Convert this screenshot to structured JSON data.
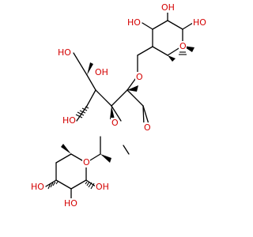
{
  "molecule": {
    "hydroxyls": {
      "top_left_ch2oh": "HO",
      "upper_oh": "OH",
      "mid_oh": "HO",
      "top_ring_c3_oh": "HO",
      "top_ring_c4_oh": "OH",
      "top_ring_c5_oh": "HO",
      "bottom_ring_c5_oh": "HO",
      "bottom_ring_c4_oh": "HO",
      "bottom_ring_c3_oh": "OH"
    },
    "oxygens": {
      "top_ring_o": "O",
      "top_glyco_o": "O",
      "aldehyde_o": "O",
      "bottom_glyco_o": "O",
      "bottom_ring_o": "O"
    },
    "colors": {
      "bond": "#000000",
      "oxygen": "#d40000",
      "background": "#ffffff"
    }
  }
}
